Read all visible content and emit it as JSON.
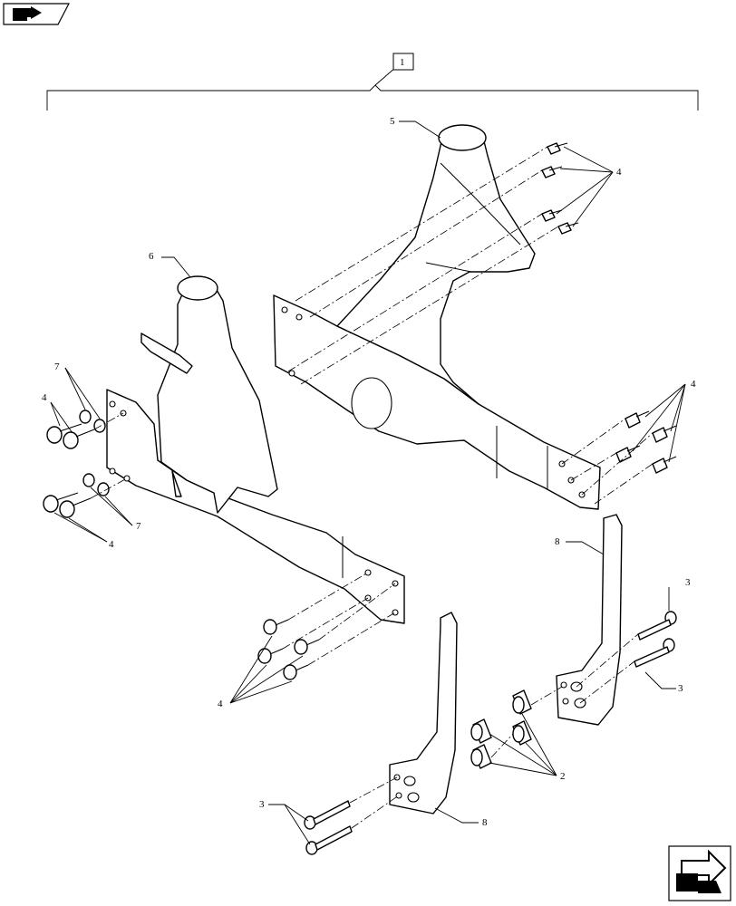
{
  "nav": {
    "back_icon": "arrow-return-icon",
    "next_icon": "arrow-forward-icon"
  },
  "assembly": {
    "ref": "1"
  },
  "callouts": {
    "c2": "2",
    "c3a": "3",
    "c3b": "3",
    "c3c": "3",
    "c4a": "4",
    "c4b": "4",
    "c4c": "4",
    "c4d": "4",
    "c4e": "4",
    "c5": "5",
    "c6": "6",
    "c7a": "7",
    "c7b": "7",
    "c8a": "8",
    "c8b": "8"
  }
}
